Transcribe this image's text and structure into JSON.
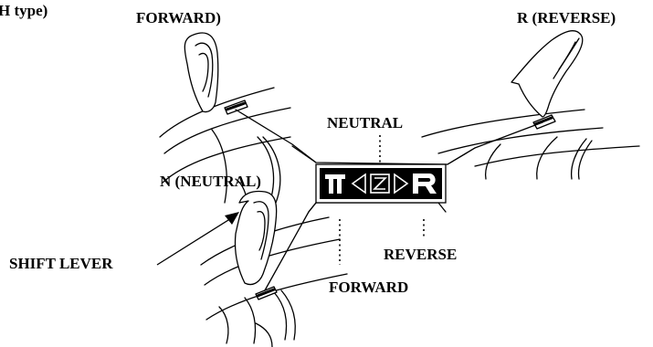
{
  "labels": {
    "title_partial": "H type)",
    "forward_top": "FORWARD)",
    "reverse_top": "R (REVERSE)",
    "neutral_center": "NEUTRAL",
    "neutral_left": "N (NEUTRAL)",
    "shift_lever": "SHIFT LEVER",
    "reverse_bottom": "REVERSE",
    "forward_bottom": "FORWARD"
  },
  "indicator": {
    "symbols": [
      "forward-symbol-icon",
      "left-arrow-icon",
      "neutral-symbol-icon",
      "right-arrow-icon",
      "reverse-symbol-icon"
    ]
  },
  "colors": {
    "ink": "#000000",
    "paper": "#ffffff"
  }
}
